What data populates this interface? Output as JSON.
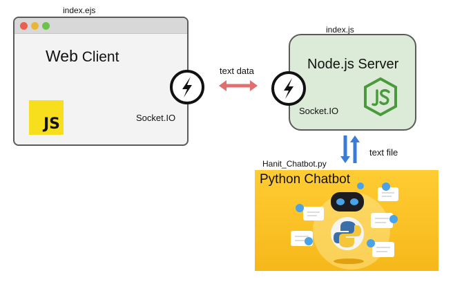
{
  "web_client": {
    "file": "index.ejs",
    "title_part1": "Web",
    "title_part2": "Client",
    "socket_label": "Socket.IO",
    "js_logo_text": "JS"
  },
  "link_client_server": {
    "label": "text data"
  },
  "server": {
    "file": "index.js",
    "title": "Node.js Server",
    "socket_label": "Socket.IO"
  },
  "link_server_chatbot": {
    "label": "text file"
  },
  "chatbot": {
    "file": "Hanit_Chatbot.py",
    "title": "Python Chatbot",
    "bubble_mark": "?"
  },
  "colors": {
    "bidirectional_arrow": "#e07070",
    "vertical_arrows": "#3a7bd5",
    "server_fill": "#dcebd7",
    "chatbot_bg": "#f6b81a",
    "js_yellow": "#f7df1e"
  }
}
